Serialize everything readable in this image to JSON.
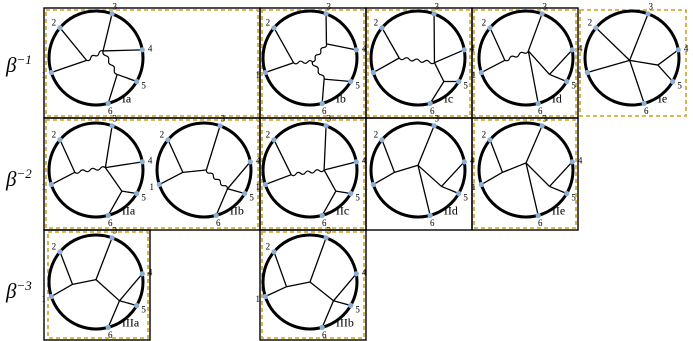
{
  "rows": [
    {
      "label": "β",
      "exp": "−1"
    },
    {
      "label": "β",
      "exp": "−2"
    },
    {
      "label": "β",
      "exp": "−3"
    }
  ],
  "point_labels": [
    "1",
    "2",
    "3",
    "4",
    "5",
    "6"
  ],
  "diagrams": [
    {
      "id": "Ia",
      "label": "Ia",
      "row": 0,
      "kind": "a1"
    },
    {
      "id": "Ib",
      "label": "Ib",
      "row": 0,
      "kind": "b1"
    },
    {
      "id": "Ic",
      "label": "Ic",
      "row": 0,
      "kind": "c1"
    },
    {
      "id": "Id",
      "label": "Id",
      "row": 0,
      "kind": "d1"
    },
    {
      "id": "Ie",
      "label": "Ie",
      "row": 0,
      "kind": "e1"
    },
    {
      "id": "IIa",
      "label": "IIa",
      "row": 1,
      "kind": "a2"
    },
    {
      "id": "IIb",
      "label": "IIb",
      "row": 1,
      "kind": "b2"
    },
    {
      "id": "IIc",
      "label": "IIc",
      "row": 1,
      "kind": "c2"
    },
    {
      "id": "IId",
      "label": "IId",
      "row": 1,
      "kind": "d2"
    },
    {
      "id": "IIe",
      "label": "IIe",
      "row": 1,
      "kind": "e2"
    },
    {
      "id": "IIIa",
      "label": "IIIa",
      "row": 2,
      "kind": "a3"
    },
    {
      "id": "IIIb",
      "label": "IIIb",
      "row": 2,
      "kind": "b3"
    }
  ],
  "colors": {
    "boundary": "#000000",
    "point": "#8aaed6",
    "dashed_box": "#c9a227",
    "solid_box": "#000000"
  }
}
